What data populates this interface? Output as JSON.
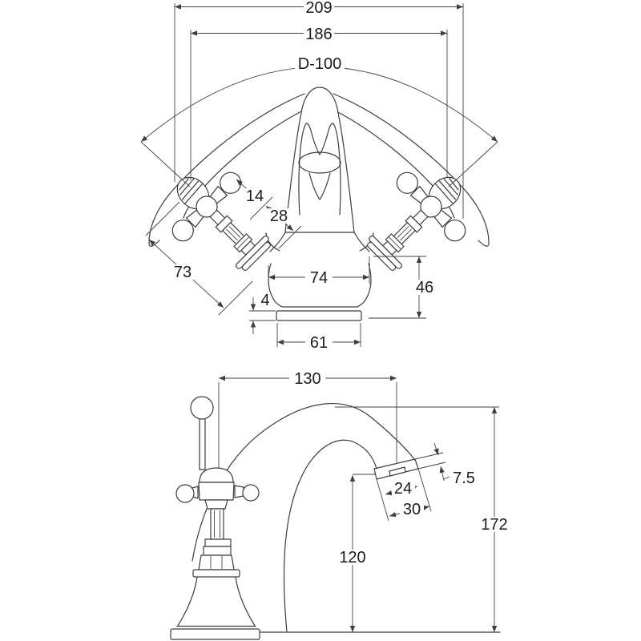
{
  "page": {
    "background": "#ffffff",
    "line_color": "#3c3c3c",
    "dim_color": "#434343",
    "text_color": "#1c1c1c"
  },
  "views": {
    "front": {
      "dims": {
        "overall_width": "209",
        "handles_span": "186",
        "handle_swing_diameter": "D-100",
        "handle_offset_a": "14",
        "handle_offset_b": "28",
        "handle_length": "73",
        "body_width": "74",
        "body_height": "46",
        "base_plate_thickness": "4",
        "base_width": "61"
      }
    },
    "side": {
      "dims": {
        "spout_reach": "130",
        "aerator_depth": "7.5",
        "outlet_inner_width": "24",
        "outlet_outer_width": "30",
        "outlet_height": "120",
        "overall_height": "172"
      }
    }
  }
}
